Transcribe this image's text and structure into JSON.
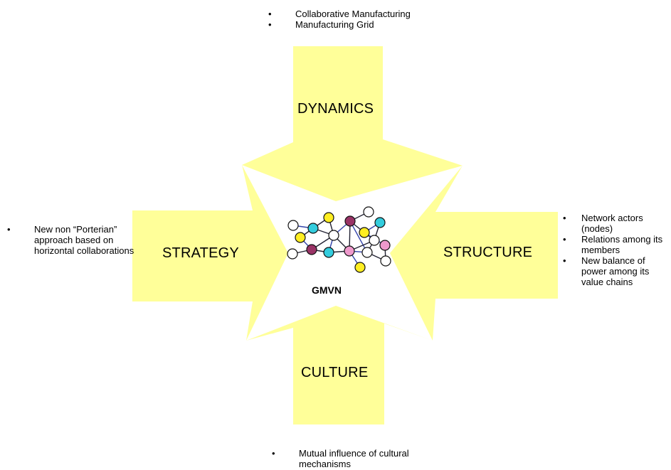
{
  "colors": {
    "arrow_fill": "#ffff99",
    "node_cyan": "#33ccdd",
    "node_yellow": "#ffee22",
    "node_purple": "#993366",
    "node_pink": "#ee99cc",
    "node_white": "#ffffff"
  },
  "center": {
    "label": "GMVN"
  },
  "arrows": {
    "top": {
      "label": "DYNAMICS"
    },
    "left": {
      "label": "STRATEGY"
    },
    "right": {
      "label": "STRUCTURE"
    },
    "bottom": {
      "label": "CULTURE"
    }
  },
  "notes": {
    "top": [
      "Collaborative Manufacturing",
      "Manufacturing Grid"
    ],
    "left": [
      "New non “Porterian” approach based on horizontal collaborations"
    ],
    "right": [
      "Network actors (nodes)",
      "Relations among its members",
      "New balance of power among its value chains"
    ],
    "bottom": [
      "Mutual influence of cultural mechanisms"
    ]
  }
}
